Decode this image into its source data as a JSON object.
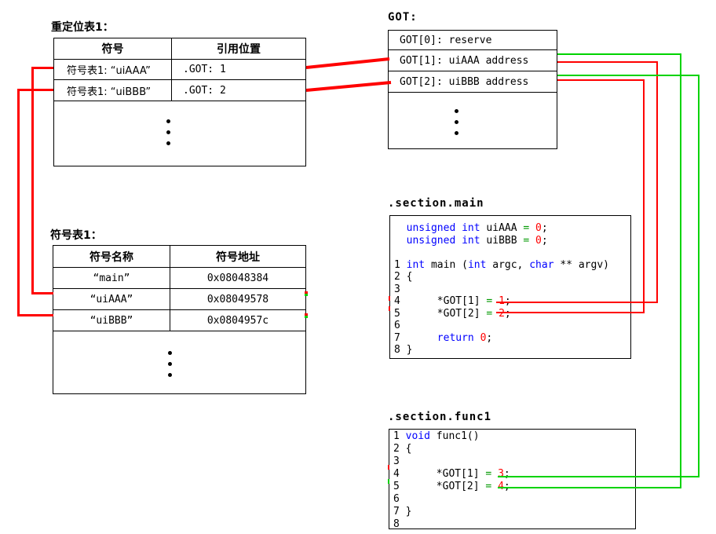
{
  "reloc_table": {
    "title": "重定位表1：",
    "headers": [
      "符号",
      "引用位置"
    ],
    "rows": [
      [
        "符号表1: “uiAAA”",
        ".GOT: 1"
      ],
      [
        "符号表1: “uiBBB”",
        ".GOT: 2"
      ]
    ]
  },
  "got_table": {
    "title": "GOT:",
    "rows": [
      "GOT[0]: reserve",
      "GOT[1]: uiAAA address",
      "GOT[2]: uiBBB address"
    ]
  },
  "symbol_table": {
    "title": "符号表1：",
    "headers": [
      "符号名称",
      "符号地址"
    ],
    "rows": [
      [
        "“main”",
        "0x08048384"
      ],
      [
        "“uiAAA”",
        "0x08049578"
      ],
      [
        "“uiBBB”",
        "0x0804957c"
      ]
    ]
  },
  "section_main": {
    "title": ".section.main",
    "lines": [
      [
        {
          "t": "  "
        },
        {
          "t": "unsigned",
          "c": "kw"
        },
        {
          "t": " "
        },
        {
          "t": "int",
          "c": "kw"
        },
        {
          "t": " uiAAA "
        },
        {
          "t": "=",
          "c": "op"
        },
        {
          "t": " "
        },
        {
          "t": "0",
          "c": "num"
        },
        {
          "t": ";"
        }
      ],
      [
        {
          "t": "  "
        },
        {
          "t": "unsigned",
          "c": "kw"
        },
        {
          "t": " "
        },
        {
          "t": "int",
          "c": "kw"
        },
        {
          "t": " uiBBB "
        },
        {
          "t": "=",
          "c": "op"
        },
        {
          "t": " "
        },
        {
          "t": "0",
          "c": "num"
        },
        {
          "t": ";"
        }
      ],
      [
        {
          "t": " "
        }
      ],
      [
        {
          "t": "1 "
        },
        {
          "t": "int",
          "c": "kw"
        },
        {
          "t": " main ("
        },
        {
          "t": "int",
          "c": "kw"
        },
        {
          "t": " argc, "
        },
        {
          "t": "char",
          "c": "kw"
        },
        {
          "t": " ** argv)"
        }
      ],
      [
        {
          "t": "2 {"
        }
      ],
      [
        {
          "t": "3"
        }
      ],
      [
        {
          "t": "4      *GOT[1] "
        },
        {
          "t": "=",
          "c": "op"
        },
        {
          "t": " "
        },
        {
          "t": "1",
          "c": "num"
        },
        {
          "t": ";"
        }
      ],
      [
        {
          "t": "5      *GOT[2] "
        },
        {
          "t": "=",
          "c": "op"
        },
        {
          "t": " "
        },
        {
          "t": "2",
          "c": "num"
        },
        {
          "t": ";"
        }
      ],
      [
        {
          "t": "6"
        }
      ],
      [
        {
          "t": "7      "
        },
        {
          "t": "return",
          "c": "kw"
        },
        {
          "t": " "
        },
        {
          "t": "0",
          "c": "num"
        },
        {
          "t": ";"
        }
      ],
      [
        {
          "t": "8 }"
        }
      ]
    ]
  },
  "section_func1": {
    "title": ".section.func1",
    "lines": [
      [
        {
          "t": "1 "
        },
        {
          "t": "void",
          "c": "kw"
        },
        {
          "t": " func1()"
        }
      ],
      [
        {
          "t": "2 {"
        }
      ],
      [
        {
          "t": "3"
        }
      ],
      [
        {
          "t": "4      *GOT[1] "
        },
        {
          "t": "=",
          "c": "op"
        },
        {
          "t": " "
        },
        {
          "t": "3",
          "c": "num"
        },
        {
          "t": ";"
        }
      ],
      [
        {
          "t": "5      *GOT[2] "
        },
        {
          "t": "=",
          "c": "op"
        },
        {
          "t": " "
        },
        {
          "t": "4",
          "c": "num"
        },
        {
          "t": ";"
        }
      ],
      [
        {
          "t": "6"
        }
      ],
      [
        {
          "t": "7 }"
        }
      ],
      [
        {
          "t": "8"
        }
      ]
    ]
  },
  "colors": {
    "connector_red": "#ff0000",
    "connector_green": "#00d300",
    "keyword_blue": "#0000ff",
    "assign_green": "#009900",
    "literal_red": "#ff0000"
  }
}
